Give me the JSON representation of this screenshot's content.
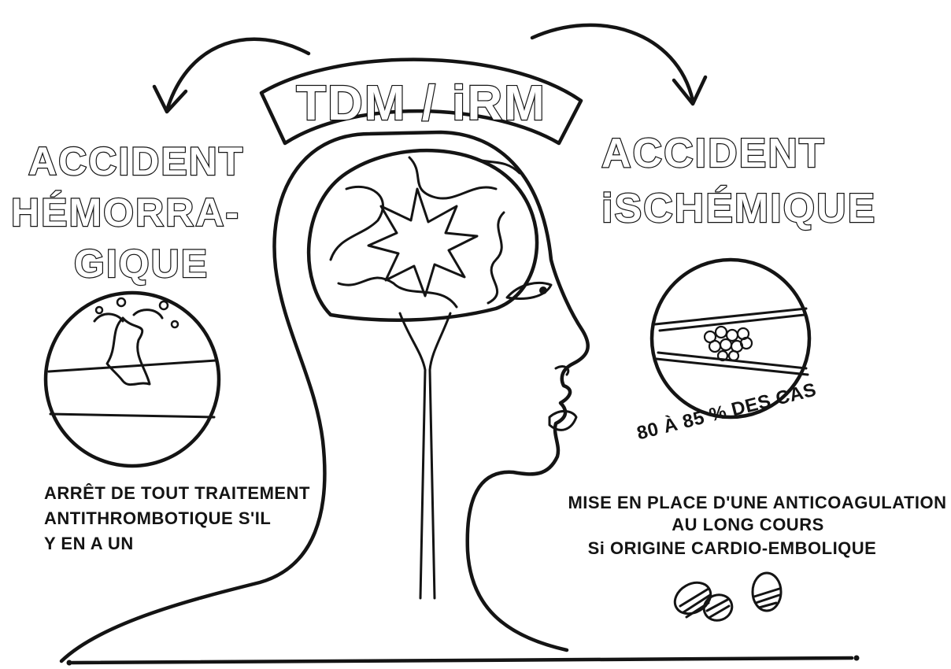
{
  "banner": {
    "text": "TDM / iRM"
  },
  "left": {
    "title_lines": [
      "ACCIDENT",
      "HÉMORRA-",
      "GIQUE"
    ],
    "note_lines": [
      "ARRÊT DE TOUT TRAITEMENT",
      "ANTITHROMBOTIQUE S'IL",
      "Y EN A UN"
    ]
  },
  "right": {
    "title_lines": [
      "ACCIDENT",
      "iSCHÉMIQUE"
    ],
    "share": "80 À 85 % DES CAS",
    "note_lines": [
      "MISE EN PLACE D'UNE ANTICOAGULATION",
      "AU LONG COURS",
      "Si ORIGINE CARDIO-EMBOLIQUE"
    ]
  },
  "colors": {
    "ink": "#141414",
    "paper": "#ffffff"
  },
  "icons": [
    "arrow-left-icon",
    "arrow-right-icon",
    "brain-icon",
    "hemorrhage-vessel-icon",
    "clot-vessel-icon",
    "pills-icon"
  ]
}
